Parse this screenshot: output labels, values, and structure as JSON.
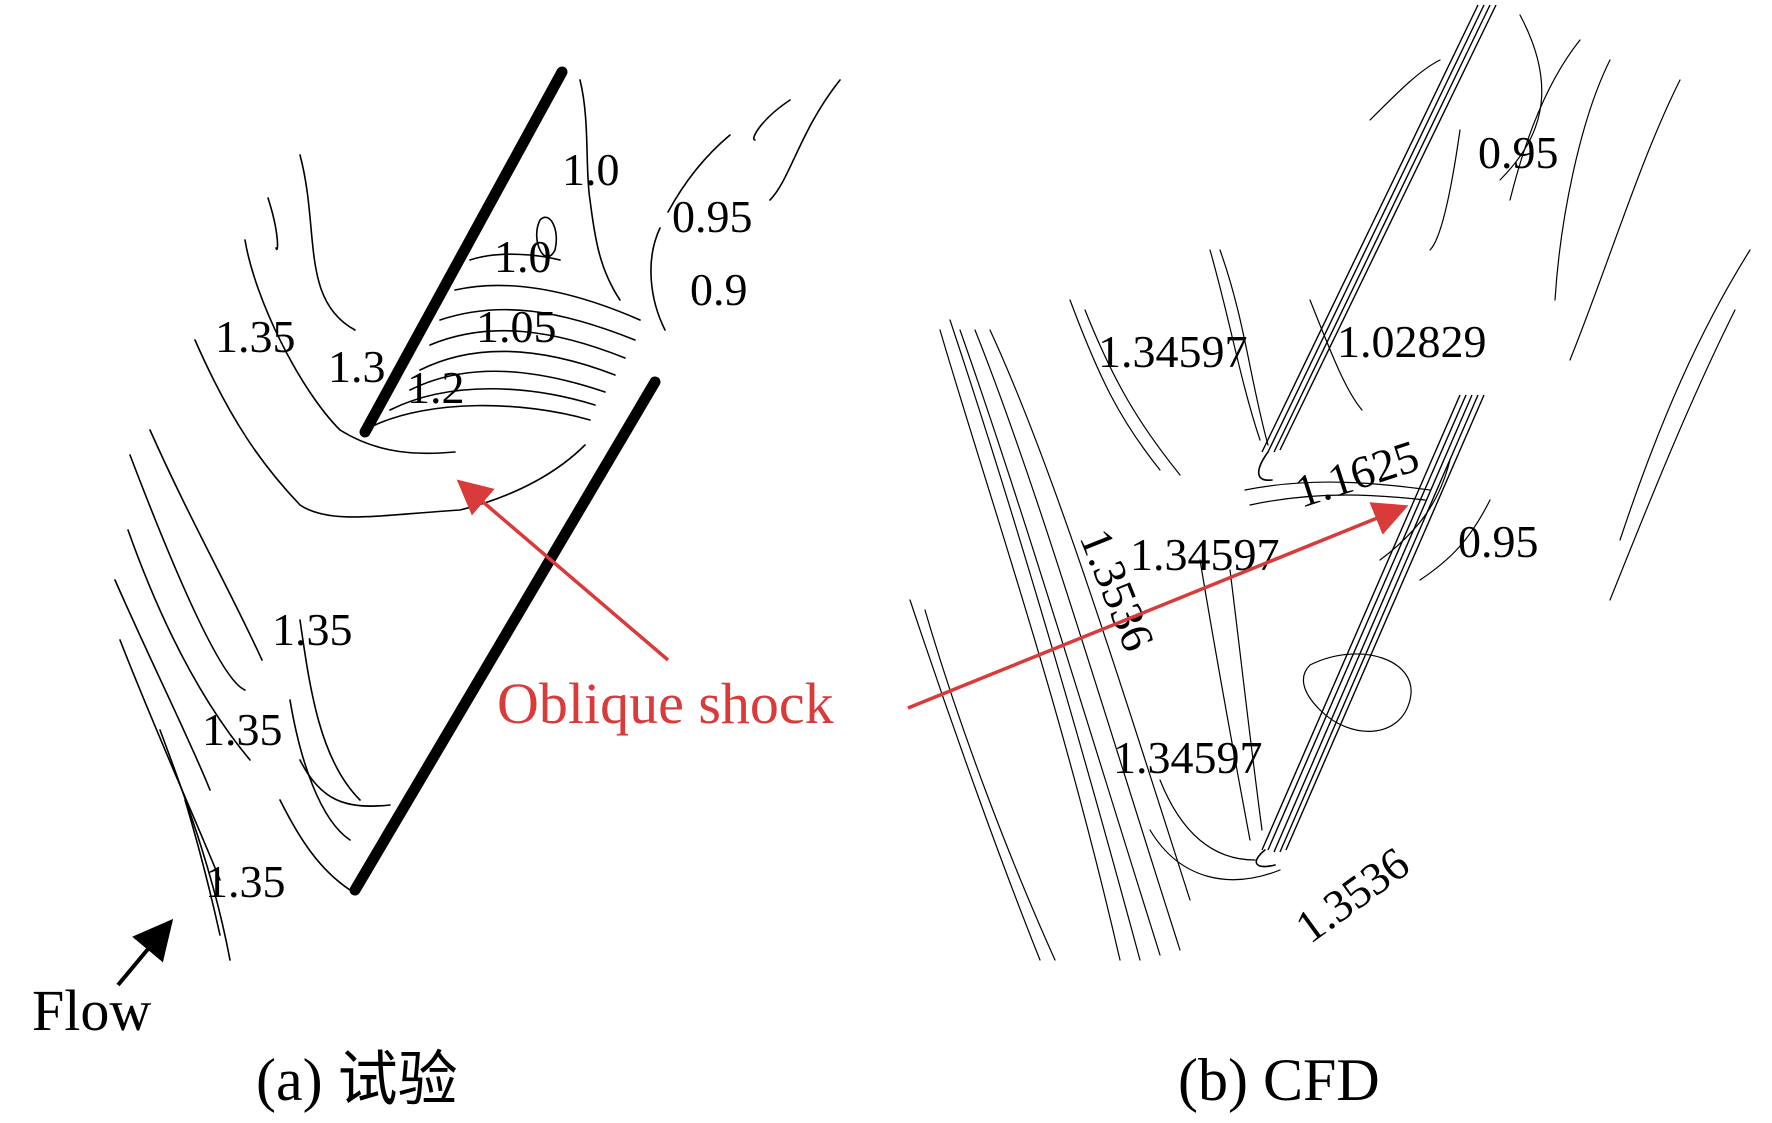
{
  "panel_a": {
    "labels": {
      "l_1_0_top": "1.0",
      "l_0_95": "0.95",
      "l_1_0_mid": "1.0",
      "l_0_9": "0.9",
      "l_1_35_a": "1.35",
      "l_1_05": "1.05",
      "l_1_3": "1.3",
      "l_1_2": "1.2",
      "l_1_35_b": "1.35",
      "l_1_35_c": "1.35",
      "l_1_35_d": "1.35"
    },
    "flow_label": "Flow",
    "caption": "(a) 试验"
  },
  "panel_b": {
    "labels": {
      "l_0_95_top": "0.95",
      "l_1_34597_a": "1.34597",
      "l_1_02829": "1.02829",
      "l_1_1625": "1.1625",
      "l_1_34597_b": "1.34597",
      "l_0_95_right": "0.95",
      "l_1_3536_rot": "1.3536",
      "l_1_34597_c": "1.34597",
      "l_1_3536_bottom": "1.3536"
    },
    "caption": "(b) CFD"
  },
  "annotation": {
    "text": "Oblique shock",
    "color": "#d93a3a"
  }
}
